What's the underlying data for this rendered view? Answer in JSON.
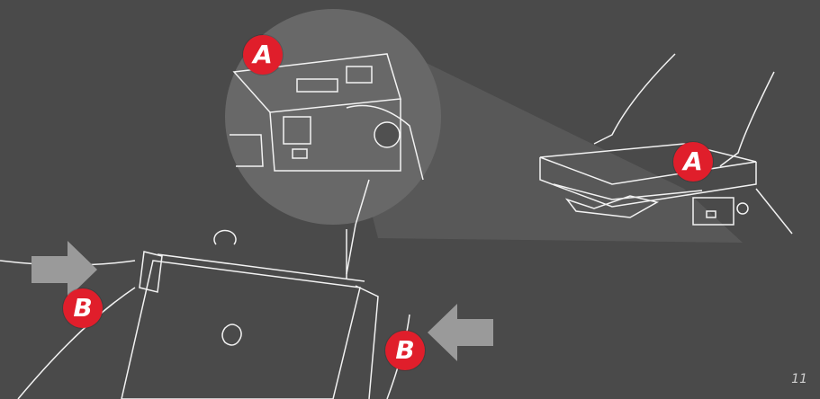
{
  "callouts": {
    "zoom_label": "A",
    "dock_label": "A",
    "left_hand_label": "B",
    "right_hand_label": "B"
  },
  "page": {
    "number": "11"
  },
  "colors": {
    "background": "#4a4a4a",
    "callout_fill": "#e01e2b",
    "line_art": "#f2f2f2",
    "arrow": "#9a9a9a",
    "zoom_circle": "#6a6a6a"
  },
  "icons": [
    "apple-logo-icon",
    "usb-port-icon",
    "power-button-icon",
    "push-arrow-icon"
  ]
}
